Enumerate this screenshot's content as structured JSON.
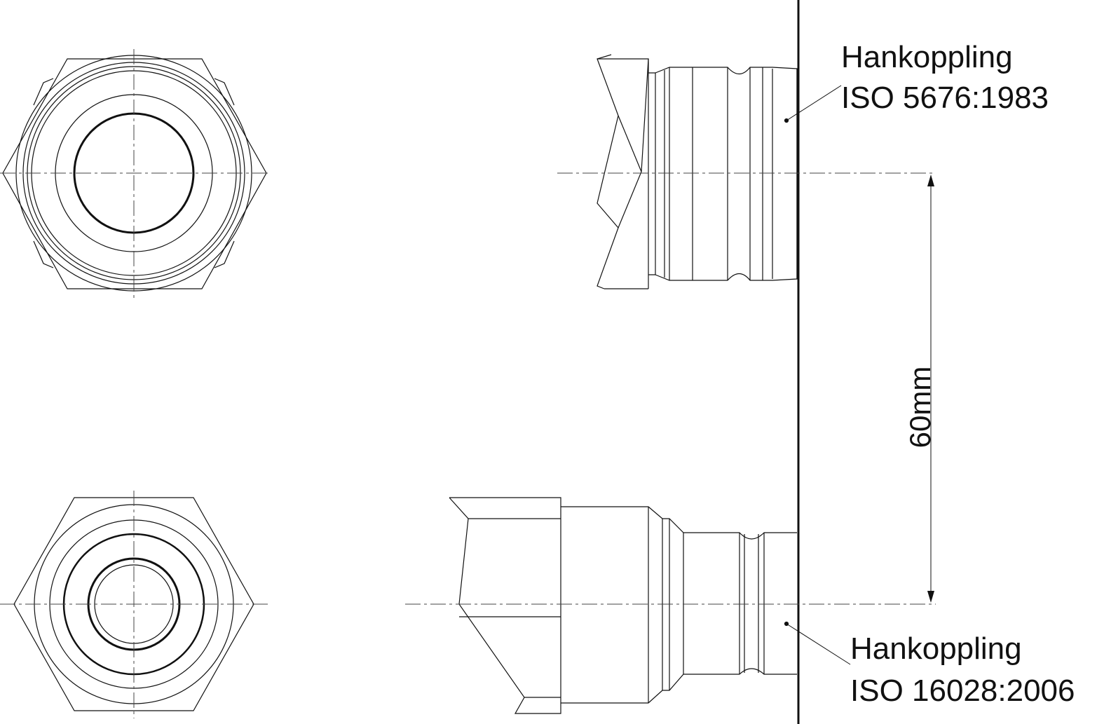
{
  "labels": {
    "top": {
      "line1": "Hankoppling",
      "line2": "ISO 5676:1983"
    },
    "bottom": {
      "line1": "Hankoppling",
      "line2": "ISO 16028:2006"
    }
  },
  "dimension": {
    "text": "60mm"
  },
  "colors": {
    "line": "#111111",
    "centerline": "#444444",
    "background": "#ffffff"
  }
}
